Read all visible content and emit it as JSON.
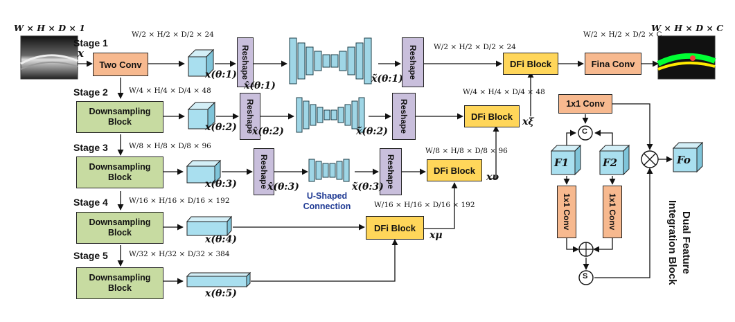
{
  "input_label": "W × H × D × 1",
  "output_label": "W × H × D × C",
  "x_symbol": "x",
  "stages": [
    "Stage 1",
    "Stage 2",
    "Stage 3",
    "Stage 4",
    "Stage 5"
  ],
  "blocks": {
    "two_conv": "Two Conv",
    "downsampling": "Downsampling Block",
    "reshape": "Reshape",
    "dfi": "DFi Block",
    "final_conv": "Fina Conv"
  },
  "dims": {
    "s1": "W/2 × H/2 × D/2 × 24",
    "s2": "W/4 × H/4 × D/4 × 48",
    "s3": "W/8 × H/8 × D/8 × 96",
    "s4": "W/16 × H/16 × D/16 × 192",
    "s5": "W/32 × H/32 × D/32 × 384",
    "out_c": "W/2 × H/2 × D/2 × C"
  },
  "symbols": {
    "x1": "x(θ:1)",
    "x2": "x(θ:2)",
    "x3": "x(θ:3)",
    "x4": "x(θ:4)",
    "x5": "x(θ:5)",
    "xhat1": "x̂(θ:1)",
    "xhat2": "x̂(θ:2)",
    "xhat3": "x̂(θ:3)",
    "xtil1": "x̃(θ:1)",
    "xtil2": "x̃(θ:2)",
    "xtil3": "x̃(θ:3)",
    "xxi": "xξ",
    "xnu": "xυ",
    "xmu": "xμ"
  },
  "u_shaped": "U-Shaped Connection",
  "dfib": {
    "title": "Dual Feature Integration Block",
    "conv1x1": "1x1 Conv",
    "f1": "F1",
    "f2": "F2",
    "fo": "Fo",
    "concat": "C",
    "add": "+",
    "sigmoid": "S",
    "mult": "×"
  },
  "colors": {
    "orange": "#f7b98f",
    "green": "#c7dba1",
    "yellow": "#ffd65a",
    "purple": "#c9bfdc",
    "cyan": "#9fd6e6"
  }
}
